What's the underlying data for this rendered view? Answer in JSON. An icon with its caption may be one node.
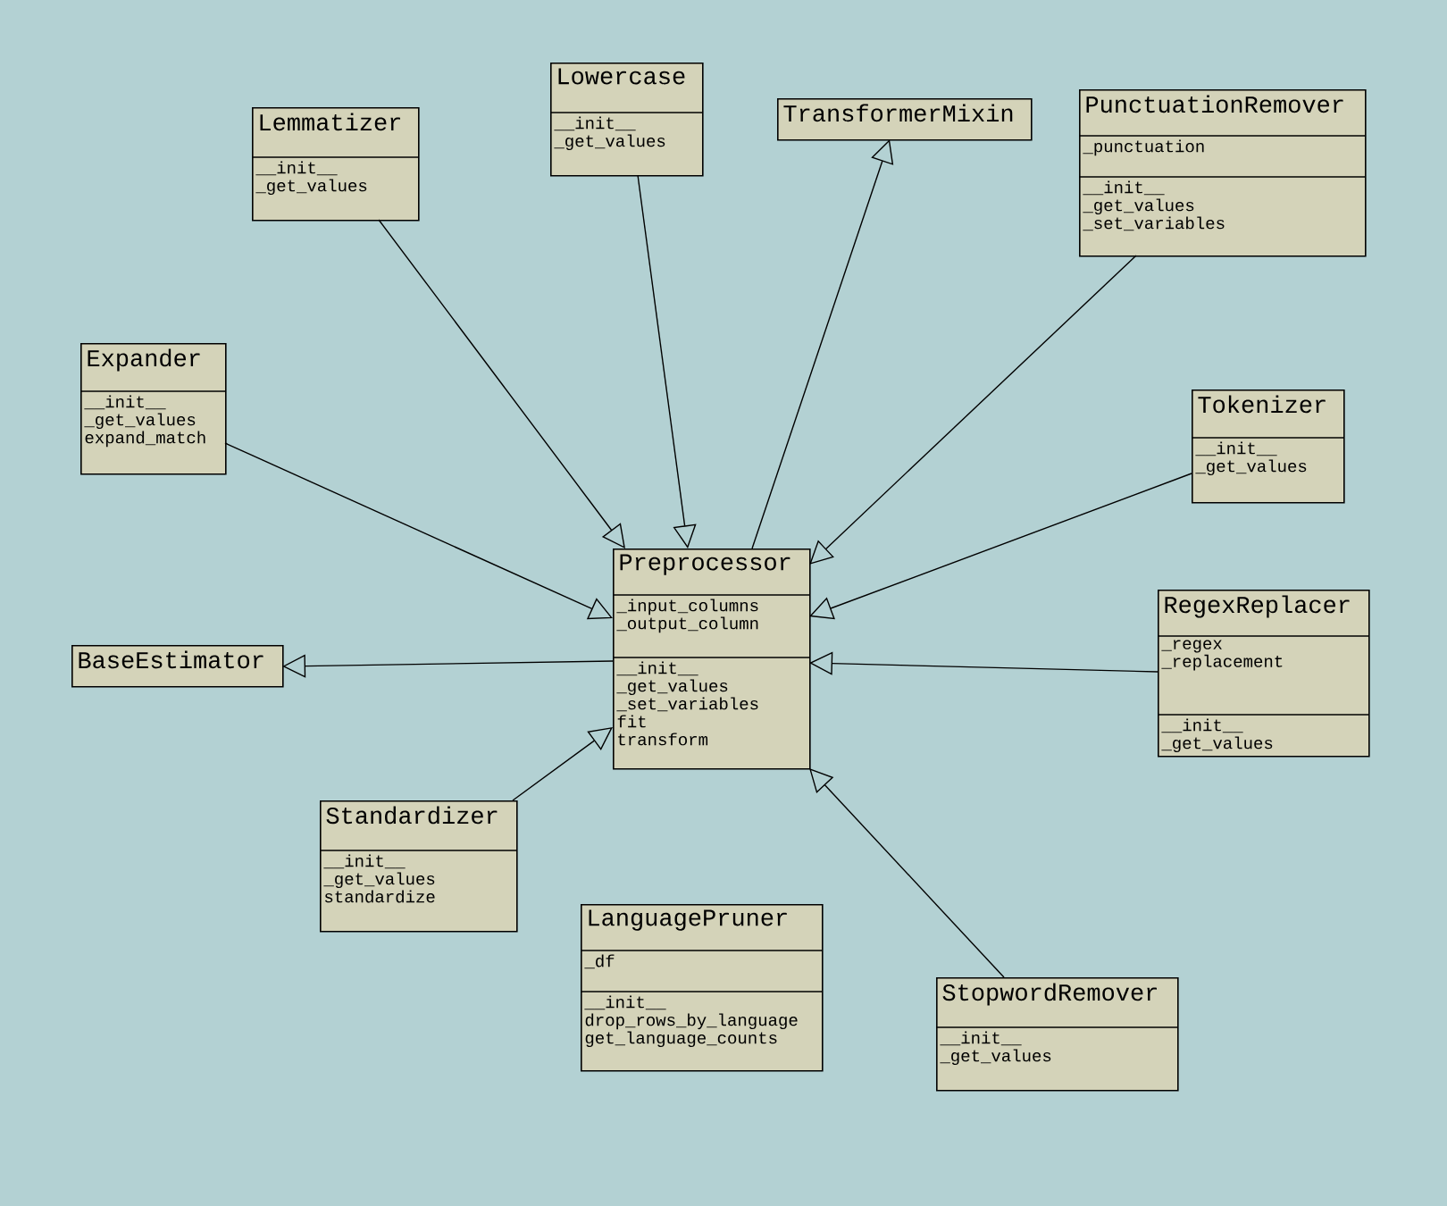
{
  "diagram": {
    "nodes": [
      {
        "text": [
          "Lemmatizer",
          "__init__ _get_values"
        ]
      },
      {
        "text": [
          "Lowercase",
          "__init__ _get_values"
        ]
      },
      {
        "text": [
          "TransformerMixin"
        ]
      },
      {
        "text": [
          "PunctuationRemover",
          "_punctuation",
          "__init__ _get_values _set_variables"
        ]
      },
      {
        "text": [
          "Expander",
          "__init__ _get_values expand_match"
        ]
      },
      {
        "text": [
          "Tokenizer",
          "__init__ _get_values"
        ]
      },
      {
        "text": [
          "BaseEstimator"
        ]
      },
      {
        "text": [
          "Preprocessor",
          "_input_columns _output_column",
          "__init__ _get_values _set_variables fit transform"
        ]
      },
      {
        "text": [
          "RegexReplacer",
          "_regex _replacement",
          "__init__ _get_values"
        ]
      },
      {
        "text": [
          "Standardizer",
          "__init__ _get_values standardize"
        ]
      },
      {
        "text": [
          "LanguagePruner",
          "_df",
          "__init__ drop_rows_by_language get_language_counts"
        ]
      },
      {
        "text": [
          "StopwordRemover",
          "__init__ _get_values"
        ]
      }
    ],
    "edges": [
      {
        "from": 0,
        "to": 7,
        "arrow": "to"
      },
      {
        "from": 1,
        "to": 7,
        "arrow": "to"
      },
      {
        "from": 3,
        "to": 7,
        "arrow": "to"
      },
      {
        "from": 4,
        "to": 7,
        "arrow": "to"
      },
      {
        "from": 5,
        "to": 7,
        "arrow": "to"
      },
      {
        "from": 8,
        "to": 7,
        "arrow": "to"
      },
      {
        "from": 9,
        "to": 7,
        "arrow": "to"
      },
      {
        "from": 11,
        "to": 7,
        "arrow": "to"
      },
      {
        "from": 7,
        "to": 2,
        "arrow": "to"
      },
      {
        "from": 7,
        "to": 6,
        "arrow": "to"
      }
    ]
  }
}
